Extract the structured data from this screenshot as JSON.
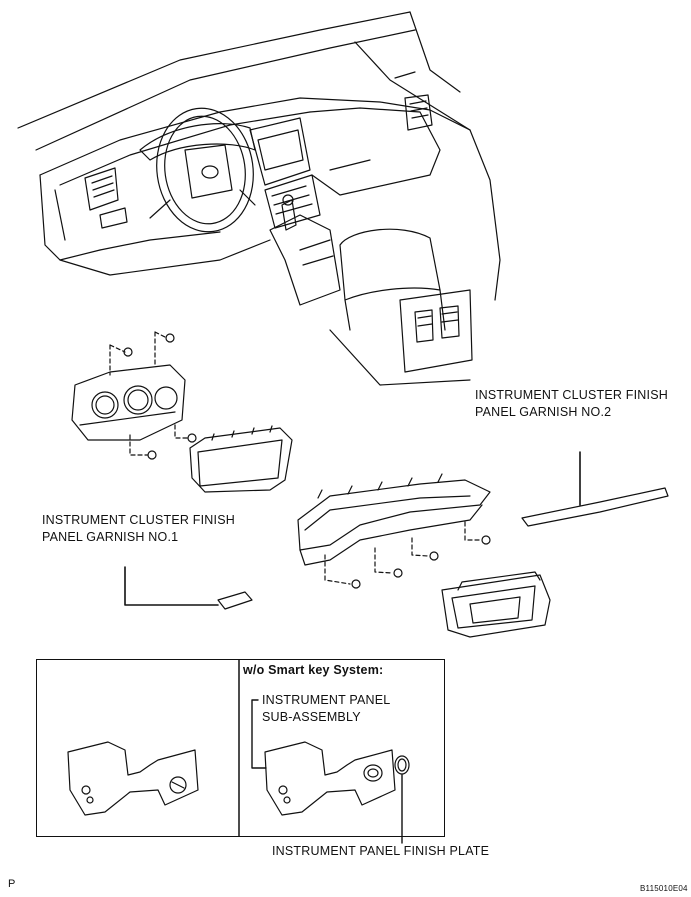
{
  "labels": {
    "garnish_no2": [
      "INSTRUMENT CLUSTER FINISH",
      "PANEL GARNISH NO.2"
    ],
    "garnish_no1": [
      "INSTRUMENT CLUSTER FINISH",
      "PANEL GARNISH NO.1"
    ],
    "variant_heading": "w/o Smart key System:",
    "panel_subassembly": [
      "INSTRUMENT PANEL",
      "SUB-ASSEMBLY"
    ],
    "finish_plate": "INSTRUMENT PANEL FINISH PLATE"
  },
  "corner_left": "P",
  "corner_right": "B115010E04"
}
